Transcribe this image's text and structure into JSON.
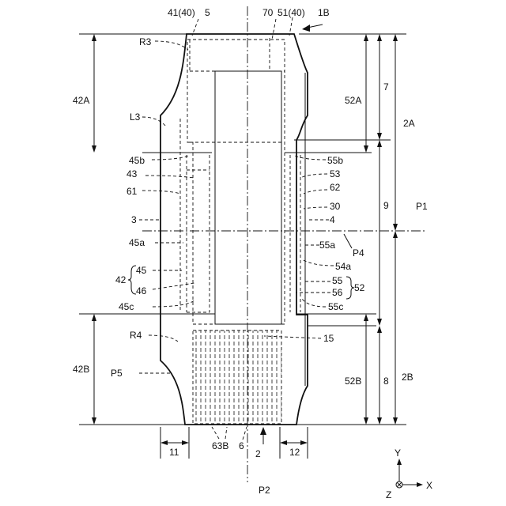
{
  "figure_id": "1B",
  "labels": {
    "l_41_40": "41(40)",
    "l_5": "5",
    "l_70": "70",
    "l_51_40": "51(40)",
    "l_1b": "1B",
    "l_r3": "R3",
    "l_42a": "42A",
    "l_52a": "52A",
    "l_7": "7",
    "l_2a": "2A",
    "l_l3": "L3",
    "l_45b": "45b",
    "l_55b": "55b",
    "l_43": "43",
    "l_53": "53",
    "l_61": "61",
    "l_62": "62",
    "l_30": "30",
    "l_9": "9",
    "l_p1": "P1",
    "l_3": "3",
    "l_4": "4",
    "l_45a": "45a",
    "l_55a": "55a",
    "l_p4": "P4",
    "l_54a": "54a",
    "l_42": "42",
    "l_45": "45",
    "l_46": "46",
    "l_55": "55",
    "l_56": "56",
    "l_52": "52",
    "l_45c": "45c",
    "l_55c": "55c",
    "l_r4": "R4",
    "l_15": "15",
    "l_42b": "42B",
    "l_52b": "52B",
    "l_8": "8",
    "l_2b": "2B",
    "l_p5": "P5",
    "l_11": "11",
    "l_63b": "63B",
    "l_6": "6",
    "l_2": "2",
    "l_12": "12",
    "l_p2": "P2"
  },
  "axes": {
    "y": "Y",
    "x": "X",
    "z": "Z"
  }
}
